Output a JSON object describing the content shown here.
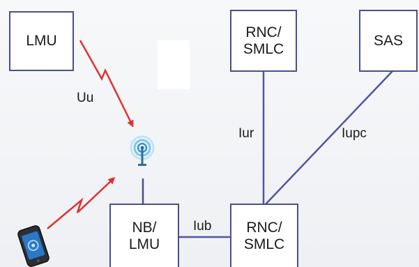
{
  "nodes": {
    "lmu": "LMU",
    "rnc_smlc_top": "RNC/\nSMLC",
    "sas": "SAS",
    "nb_lmu": "NB/\nLMU",
    "rnc_smlc_bottom": "RNC/\nSMLC"
  },
  "edge_labels": {
    "uu": "Uu",
    "iur": "Iur",
    "iupc": "Iupc",
    "iub": "Iub"
  },
  "colors": {
    "box_border": "#4a4e8a",
    "line": "#5055a0",
    "radio_link": "#e03030"
  },
  "icons": {
    "antenna": "antenna-icon",
    "phone": "mobile-phone-icon",
    "radio_link": "lightning-arrow-icon"
  }
}
